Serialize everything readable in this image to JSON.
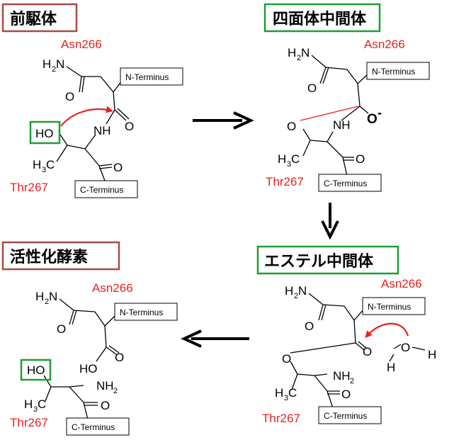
{
  "colors": {
    "red": "#e8211f",
    "green": "#1d9e35",
    "maroon": "#a64a4a",
    "black": "#000000"
  },
  "panels": {
    "precursor": {
      "title": "前駆体",
      "residue_top": "Asn266",
      "residue_bottom": "Thr267",
      "n_terminus": "N-Terminus",
      "c_terminus": "C-Terminus",
      "amide_N": "N",
      "amide_H": "H",
      "amide_sub": "2",
      "nh": "NH",
      "o1": "O",
      "o2": "O",
      "ho": "HO",
      "methyl_H": "H",
      "methyl_sub": "3",
      "methyl_C": "C"
    },
    "tetrahedral": {
      "title": "四面体中間体",
      "residue_top": "Asn266",
      "residue_bottom": "Thr267",
      "n_terminus": "N-Terminus",
      "c_terminus": "C-Terminus",
      "amide_N": "N",
      "amide_H": "H",
      "amide_sub": "2",
      "nh": "NH",
      "o1": "O",
      "o_ring": "O",
      "o_minus": "O",
      "charge": "-",
      "o2": "O",
      "methyl_H": "H",
      "methyl_sub": "3",
      "methyl_C": "C"
    },
    "ester": {
      "title": "エステル中間体",
      "residue_top": "Asn266",
      "residue_bottom": "Thr267",
      "n_terminus": "N-Terminus",
      "c_terminus": "C-Terminus",
      "amide_N": "N",
      "amide_H": "H",
      "amide_sub": "2",
      "o1": "O",
      "o_carbonyl": "O",
      "o_ester": "O",
      "nh2_N": "NH",
      "nh2_sub": "2",
      "o2": "O",
      "methyl_H": "H",
      "methyl_sub": "3",
      "methyl_C": "C",
      "water_H1": "H",
      "water_O": "O",
      "water_H2": "H"
    },
    "active": {
      "title": "活性化酵素",
      "residue_top": "Asn266",
      "residue_bottom": "Thr267",
      "n_terminus": "N-Terminus",
      "c_terminus": "C-Terminus",
      "amide_N": "N",
      "amide_H": "H",
      "amide_sub": "2",
      "o1": "O",
      "o_carbonyl": "O",
      "ho_acid": "HO",
      "ho": "HO",
      "nh2_N": "NH",
      "nh2_sub": "2",
      "o2": "O",
      "methyl_H": "H",
      "methyl_sub": "3",
      "methyl_C": "C"
    }
  }
}
